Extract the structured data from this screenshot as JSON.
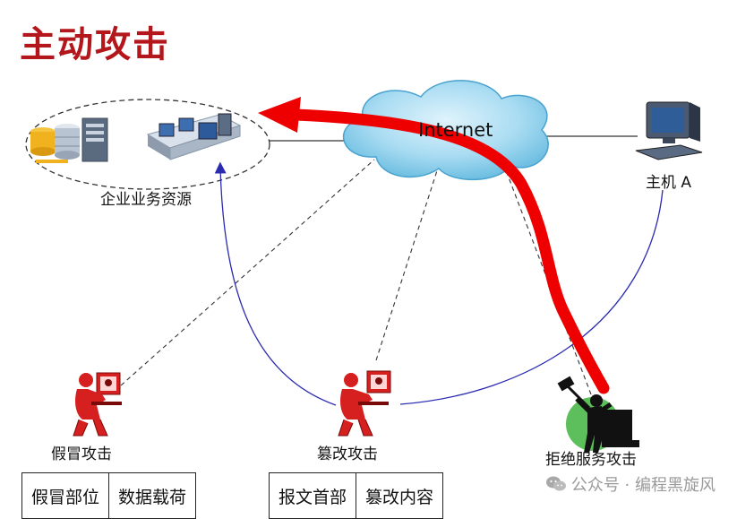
{
  "title": "主动攻击",
  "nodes": {
    "enterprise": "企业业务资源",
    "internet": "Internet",
    "host_a": "主机 A",
    "spoofing": "假冒攻击",
    "tampering": "篡改攻击",
    "dos": "拒绝服务攻击"
  },
  "tables": {
    "spoofing": [
      "假冒部位",
      "数据载荷"
    ],
    "tampering": [
      "报文首部",
      "篡改内容"
    ]
  },
  "watermark": {
    "icon": "wechat-icon",
    "text": "公众号 · 编程黑旋风"
  },
  "colors": {
    "title": "#b3161b",
    "attack_arrow": "#ee0000",
    "cloud": "#8fd0ee",
    "curve": "#2b2bb0",
    "hacker": "#d62020"
  }
}
